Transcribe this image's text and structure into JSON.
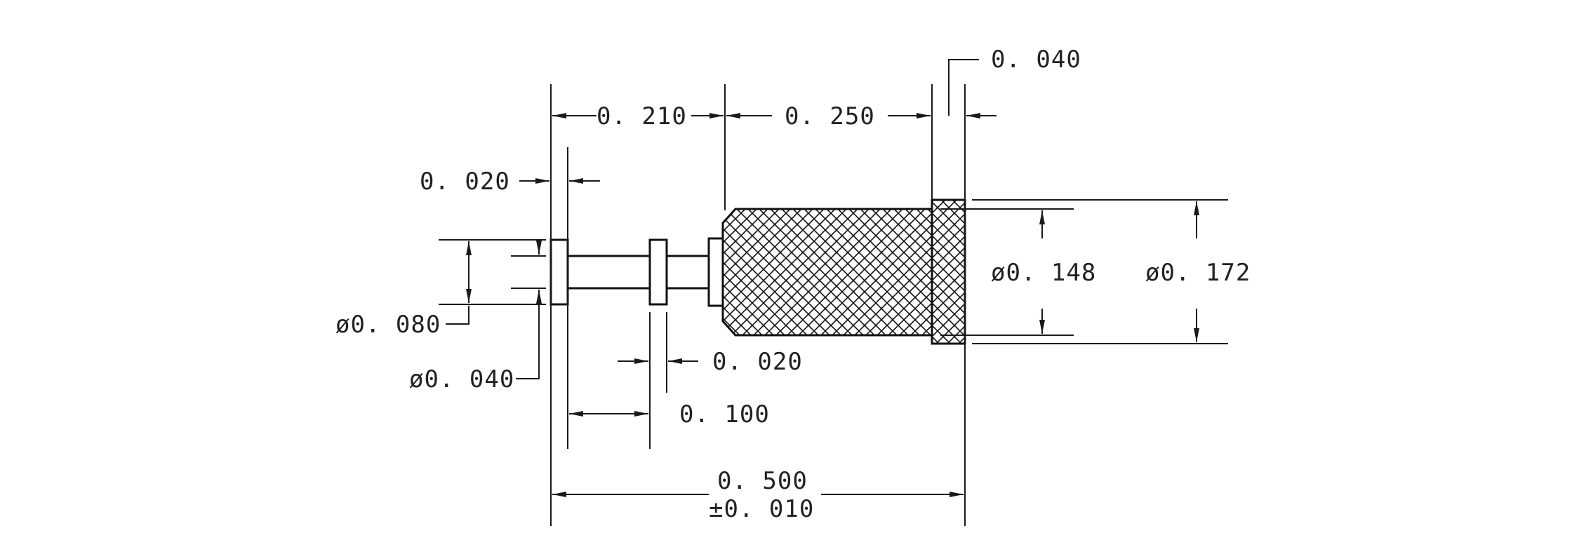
{
  "dimensions": {
    "d_0210": "0. 210",
    "d_0250": "0. 250",
    "d_0040_top": "0. 040",
    "d_0020_left": "0. 020",
    "d_0080_dia": "ø0. 080",
    "d_0040_dia": "ø0. 040",
    "d_0020_flange": "0. 020",
    "d_0100": "0. 100",
    "d_0500": "0. 500",
    "d_0500_tol": "±0. 010",
    "d_0148_dia": "ø0. 148",
    "d_0172_dia": "ø0. 172"
  },
  "colors": {
    "ink": "#1a1a1a",
    "paper": "#ffffff"
  }
}
